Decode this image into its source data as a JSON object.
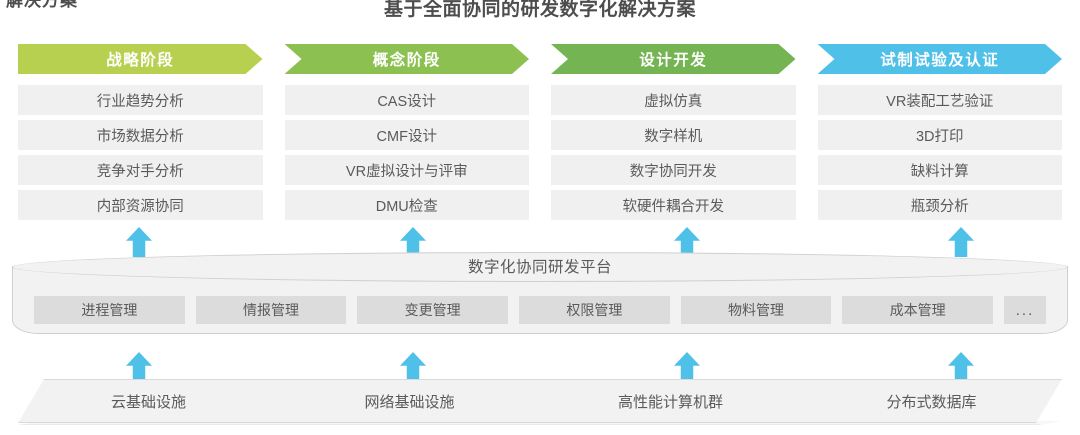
{
  "cut_heading": "解决方案",
  "title": "基于全面协同的研发数字化解决方案",
  "colors": {
    "phase1": "#b8d04f",
    "phase2": "#8cc152",
    "phase3": "#75b453",
    "phase4": "#4fc0e8",
    "arrow": "#4fc0e8",
    "item_bg": "#f0f0f0",
    "module_bg": "#dcdcdc",
    "text": "#5a5a5a"
  },
  "phases": [
    {
      "label": "战略阶段",
      "color": "#b8d04f",
      "items": [
        "行业趋势分析",
        "市场数据分析",
        "竞争对手分析",
        "内部资源协同"
      ]
    },
    {
      "label": "概念阶段",
      "color": "#8cc152",
      "items": [
        "CAS设计",
        "CMF设计",
        "VR虚拟设计与评审",
        "DMU检查"
      ]
    },
    {
      "label": "设计开发",
      "color": "#75b453",
      "items": [
        "虚拟仿真",
        "数字样机",
        "数字协同开发",
        "软硬件耦合开发"
      ]
    },
    {
      "label": "试制试验及认证",
      "color": "#4fc0e8",
      "items": [
        "VR装配工艺验证",
        "3D打印",
        "缺料计算",
        "瓶颈分析"
      ]
    }
  ],
  "platform": {
    "title": "数字化协同研发平台",
    "modules": [
      "进程管理",
      "情报管理",
      "变更管理",
      "权限管理",
      "物料管理",
      "成本管理",
      "..."
    ]
  },
  "infrastructure": {
    "items": [
      "云基础设施",
      "网络基础设施",
      "高性能计算机群",
      "分布式数据库"
    ]
  },
  "arrows": {
    "row1_x": [
      126,
      400,
      674,
      948
    ],
    "row2_x": [
      126,
      400,
      674,
      948
    ]
  }
}
